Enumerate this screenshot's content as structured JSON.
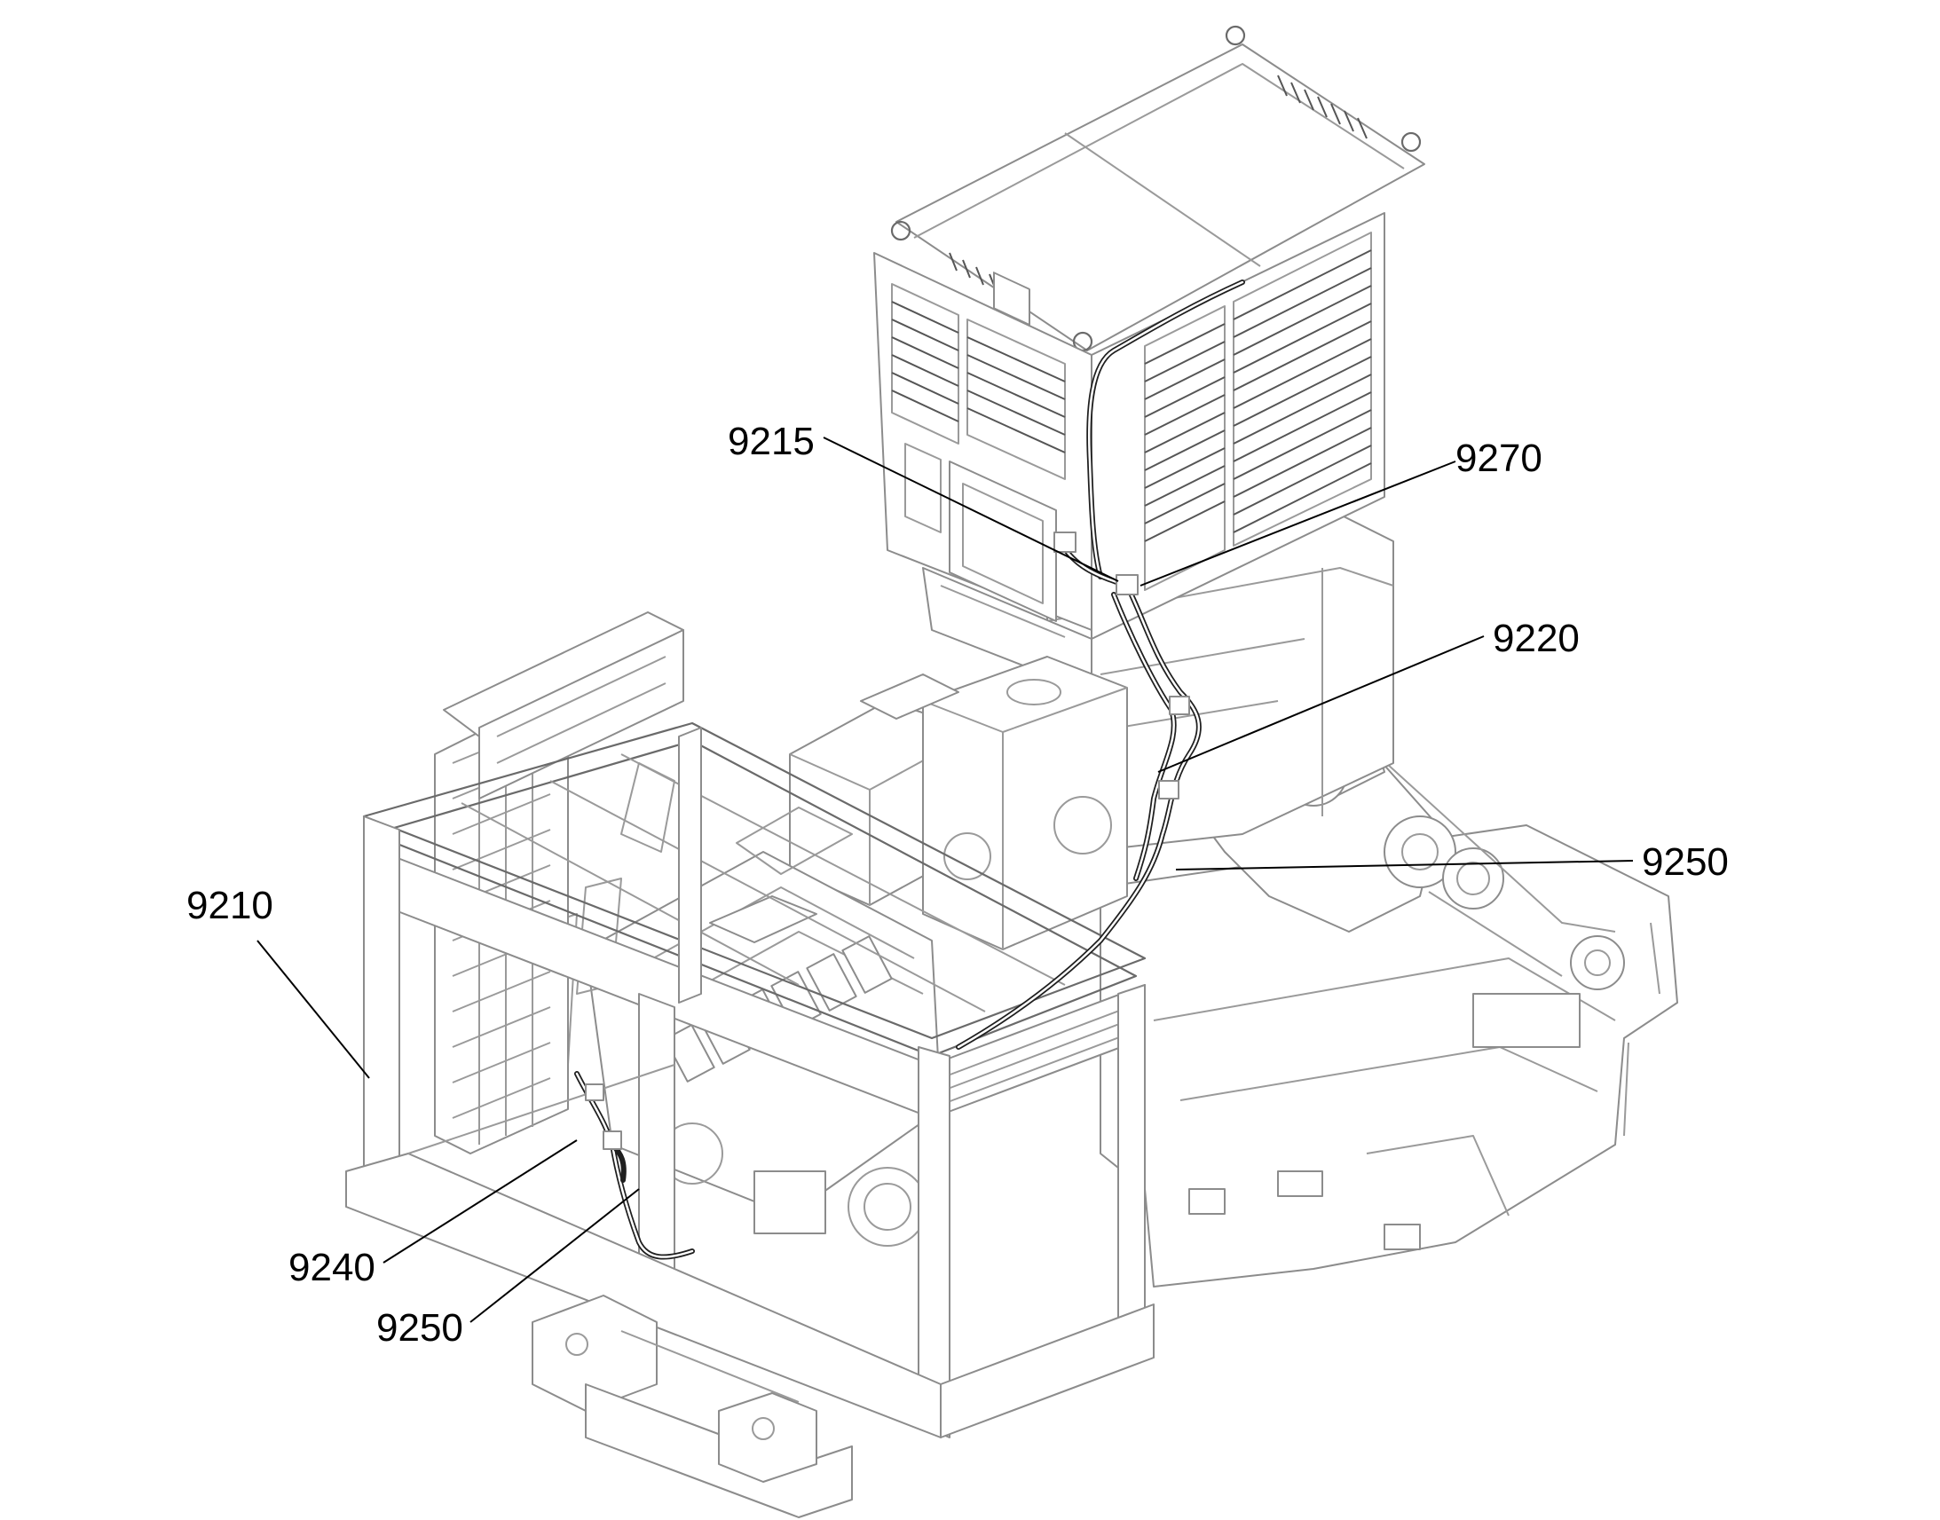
{
  "callouts": [
    {
      "id": "c1",
      "label": "9215"
    },
    {
      "id": "c2",
      "label": "9270"
    },
    {
      "id": "c3",
      "label": "9220"
    },
    {
      "id": "c4",
      "label": "9250"
    },
    {
      "id": "c5",
      "label": "9210"
    },
    {
      "id": "c6",
      "label": "9240"
    },
    {
      "id": "c7",
      "label": "9250"
    }
  ]
}
